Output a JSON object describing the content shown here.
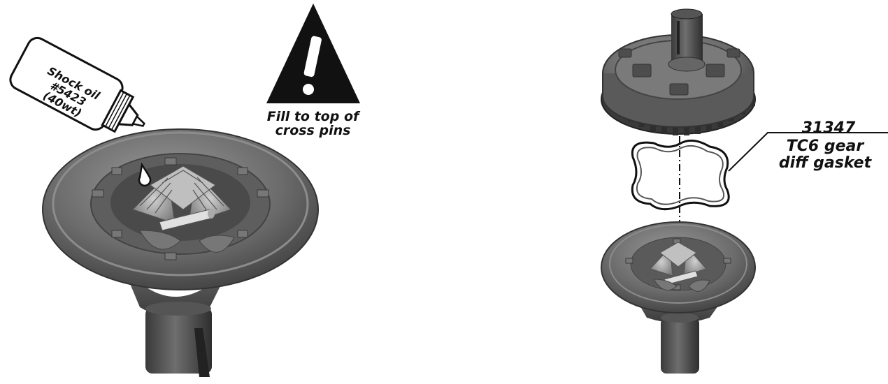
{
  "warning": {
    "icon": "warning-triangle-icon",
    "text_lines": [
      "Fill to top of",
      "cross pins"
    ]
  },
  "bottle": {
    "label_lines": [
      "Shock oil",
      "#5423",
      "(40wt)"
    ]
  },
  "part_callout": {
    "number": "31347",
    "name_lines": [
      "TC6 gear",
      "diff gasket"
    ]
  },
  "colors": {
    "part_dark": "#4a4a4a",
    "part_mid": "#7a7a7a",
    "part_light": "#b5b5b5",
    "ink": "#111111"
  }
}
